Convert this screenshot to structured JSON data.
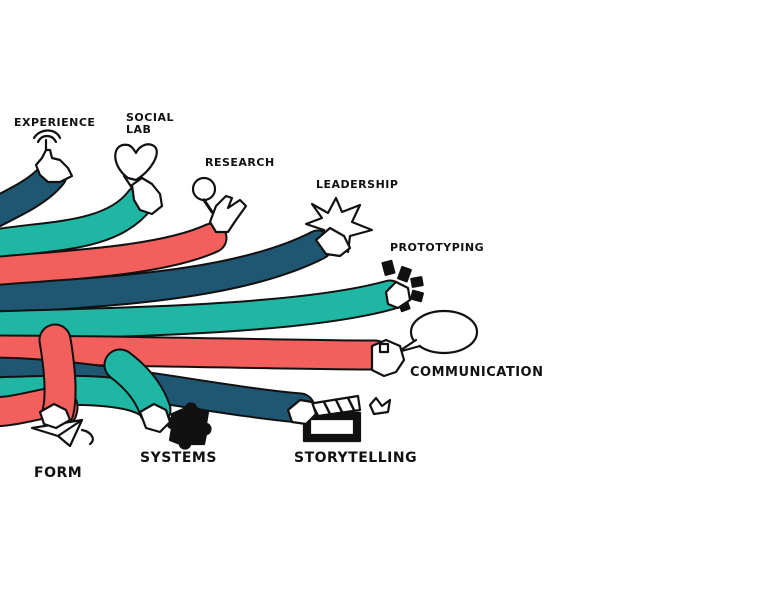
{
  "labels": {
    "experience": "Experience",
    "social_line1": "Social",
    "social_line2": "Lab",
    "research": "Research",
    "leadership": "Leadership",
    "prototyping": "Prototyping",
    "communication": "Communication",
    "form": "Form",
    "systems": "Systems",
    "storytelling": "Storytelling"
  },
  "colors": {
    "navy": "#1f5672",
    "teal": "#1fb6a4",
    "coral": "#f25f5c",
    "ink": "#111111",
    "background": "#ffffff"
  },
  "icons": {
    "experience": "touch-hand-icon",
    "social_lab": "heart-icon",
    "research": "magnifier-icon",
    "leadership": "star-burst-icon",
    "prototyping": "blocks-icon",
    "communication": "speech-bubble-icon",
    "form": "paper-plane-icon",
    "systems": "puzzle-piece-icon",
    "storytelling": "clapperboard-icon"
  }
}
